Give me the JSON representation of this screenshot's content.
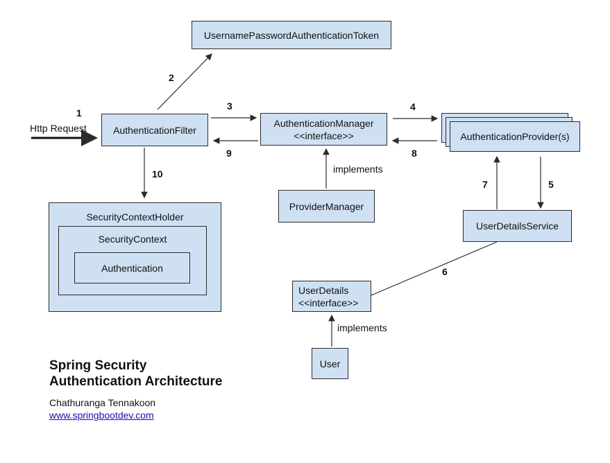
{
  "boxes": {
    "token": "UsernamePasswordAuthenticationToken",
    "filter": "AuthenticationFilter",
    "manager_line1": "AuthenticationManager",
    "manager_line2": "<<interface>>",
    "provider": "AuthenticationProvider(s)",
    "provider_manager": "ProviderManager",
    "user_details_service": "UserDetailsService",
    "context_holder": "SecurityContextHolder",
    "security_context": "SecurityContext",
    "authentication": "Authentication",
    "user_details_line1": "UserDetails",
    "user_details_line2": "<<interface>>",
    "user": "User"
  },
  "labels": {
    "http_request": "Http Request",
    "implements_1": "implements",
    "implements_2": "implements"
  },
  "steps": [
    "1",
    "2",
    "3",
    "4",
    "5",
    "6",
    "7",
    "8",
    "9",
    "10"
  ],
  "footer": {
    "title_line1": "Spring Security",
    "title_line2": "Authentication Architecture",
    "author": "Chathuranga Tennakoon",
    "link": "www.springbootdev.com"
  },
  "colors": {
    "box_fill": "#cfe0f3",
    "line": "#2b2b2b",
    "link": "#1a0dab"
  }
}
